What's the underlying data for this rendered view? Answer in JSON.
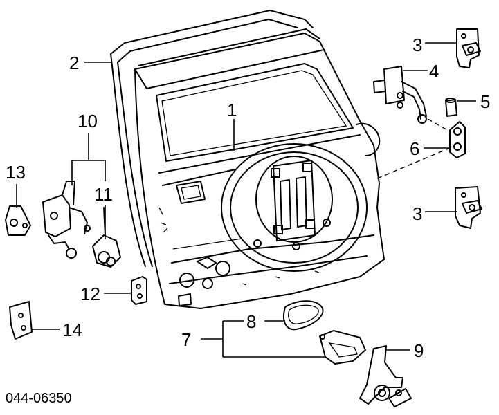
{
  "callouts": {
    "c1": "1",
    "c2": "2",
    "c3a": "3",
    "c3b": "3",
    "c4": "4",
    "c5": "5",
    "c6": "6",
    "c7": "7",
    "c8": "8",
    "c9": "9",
    "c10": "10",
    "c11": "11",
    "c12": "12",
    "c13": "13",
    "c14": "14"
  },
  "catalog_number": "044-06350",
  "colors": {
    "ink": "#000000",
    "paper": "#ffffff"
  }
}
